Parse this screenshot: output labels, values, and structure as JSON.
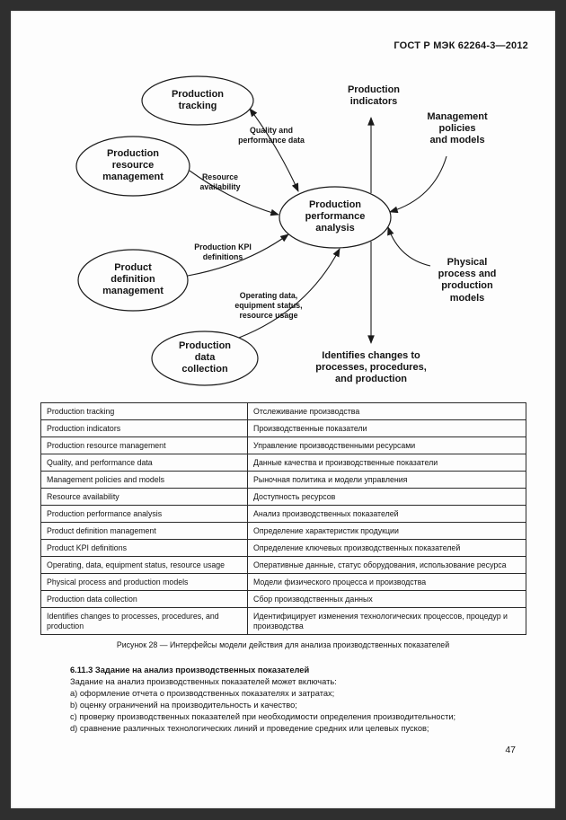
{
  "header": {
    "doc_code": "ГОСТ Р МЭК 62264-3—2012"
  },
  "diagram": {
    "nodes": {
      "production_tracking": "Production\ntracking",
      "production_resource_management": "Production\nresource\nmanagement",
      "product_definition_management": "Product\ndefinition\nmanagement",
      "production_data_collection": "Production\ndata\ncollection",
      "production_performance_analysis": "Production\nperformance\nanalysis"
    },
    "labels": {
      "production_indicators": "Production\nindicators",
      "management_policies": "Management\npolicies\nand models",
      "physical_process": "Physical\nprocess and\nproduction\nmodels",
      "identifies_changes": "Identifies changes to\nprocesses, procedures,\nand production",
      "quality_performance": "Quality and\nperformance data",
      "resource_availability": "Resource\navailability",
      "production_kpi": "Production KPI\ndefinitions",
      "operating_data": "Operating data,\nequipment status,\nresource usage"
    }
  },
  "table": {
    "rows": [
      {
        "en": "Production tracking",
        "ru": "Отслеживание производства"
      },
      {
        "en": "Production indicators",
        "ru": "Производственные показатели"
      },
      {
        "en": "Production resource management",
        "ru": "Управление производственными ресурсами"
      },
      {
        "en": "Quality, and performance data",
        "ru": "Данные качества и производственные показатели"
      },
      {
        "en": "Management policies and models",
        "ru": "Рыночная политика и модели управления"
      },
      {
        "en": "Resource availability",
        "ru": "Доступность ресурсов"
      },
      {
        "en": "Production performance analysis",
        "ru": "Анализ производственных показателей"
      },
      {
        "en": "Product definition management",
        "ru": "Определение характеристик продукции"
      },
      {
        "en": "Product KPI definitions",
        "ru": "Определение ключевых производственных показателей"
      },
      {
        "en": "Operating, data, equipment status, resource usage",
        "ru": "Оперативные данные, статус оборудования, использование ресурса"
      },
      {
        "en": "Physical process and production models",
        "ru": "Модели физического процесса и производства"
      },
      {
        "en": "Production data collection",
        "ru": "Сбор производственных данных"
      },
      {
        "en": "Identifies changes to processes, procedures, and production",
        "ru": "Идентифицирует изменения технологических процессов, процедур и производства"
      }
    ]
  },
  "figure_caption": "Рисунок 28 — Интерфейсы модели действия для анализа производственных показателей",
  "section": {
    "heading": "6.11.3 Задание на анализ производственных показателей",
    "intro": "Задание на анализ производственных показателей может включать:",
    "items": [
      "a) оформление отчета о производственных показателях и затратах;",
      "b) оценку ограничений на производительность и качество;",
      "c) проверку производственных показателей при необходимости определения производительности;",
      "d) сравнение различных технологических линий и проведение средних или целевых пусков;"
    ]
  },
  "page_number": "47"
}
